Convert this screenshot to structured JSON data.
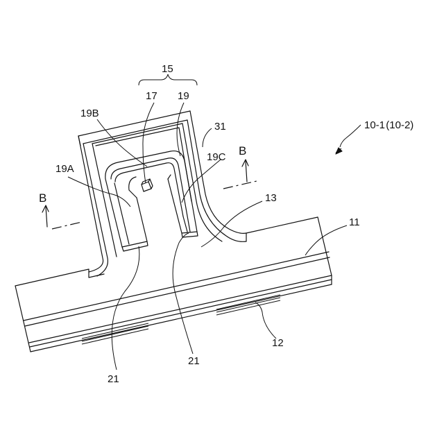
{
  "figure": {
    "labels": {
      "assembly": "10-1 (10-2)",
      "part_11": "11",
      "part_12": "12",
      "part_13": "13",
      "part_15": "15",
      "part_17": "17",
      "part_19": "19",
      "part_19a": "19A",
      "part_19b": "19B",
      "part_19c": "19C",
      "part_21_left": "21",
      "part_21_right": "21",
      "part_31": "31",
      "section_left": "B",
      "section_right": "B"
    }
  }
}
